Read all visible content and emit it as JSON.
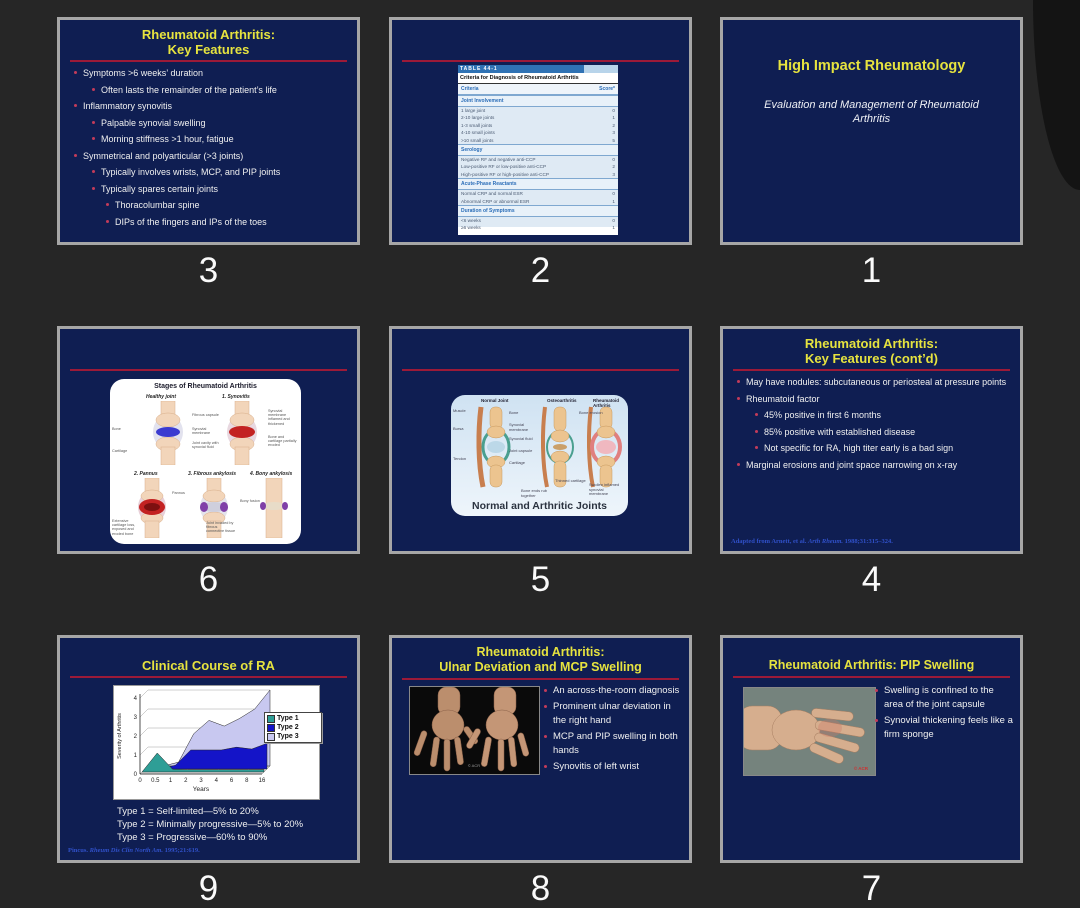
{
  "colors": {
    "page_bg": "#262626",
    "slide_bg": "#0f1e52",
    "slide_border": "#a6a6a6",
    "title_yellow": "#e6e33f",
    "rule_red": "#9c1a38",
    "body_text": "#f0f0f0",
    "citation_blue": "#3050c8"
  },
  "slides": {
    "s1": {
      "number": "1",
      "title": "High Impact Rheumatology",
      "subtitle": "Evaluation and Management of Rheumatoid Arthritis"
    },
    "s2": {
      "number": "2",
      "table": {
        "tag": "TABLE 44-1",
        "title": "Criteria for Diagnosis of Rheumatoid Arthritis",
        "col_criteria": "Criteria",
        "col_score": "Score*",
        "rows": [
          {
            "text": "Joint Involvement",
            "score": "",
            "cls": "sec"
          },
          {
            "text": "1 large joint",
            "score": "0",
            "cls": "row"
          },
          {
            "text": "2-10 large joints",
            "score": "1",
            "cls": "row"
          },
          {
            "text": "1-3 small joints",
            "score": "2",
            "cls": "row"
          },
          {
            "text": "4-10 small joints",
            "score": "3",
            "cls": "row"
          },
          {
            "text": ">10 small joints",
            "score": "5",
            "cls": "row"
          },
          {
            "text": "Serology",
            "score": "",
            "cls": "sec"
          },
          {
            "text": "Negative RF and negative anti-CCP",
            "score": "0",
            "cls": "row"
          },
          {
            "text": "Low-positive RF or low-positive anti-CCP",
            "score": "2",
            "cls": "row"
          },
          {
            "text": "High-positive RF or high-positive anti-CCP",
            "score": "3",
            "cls": "row"
          },
          {
            "text": "Acute-Phase Reactants",
            "score": "",
            "cls": "sec"
          },
          {
            "text": "Normal CRP and normal ESR",
            "score": "0",
            "cls": "row"
          },
          {
            "text": "Abnormal CRP or abnormal ESR",
            "score": "1",
            "cls": "row"
          },
          {
            "text": "Duration of Symptoms",
            "score": "",
            "cls": "sec"
          },
          {
            "text": "<6 weeks",
            "score": "0",
            "cls": "row"
          },
          {
            "text": "≥6 weeks",
            "score": "1",
            "cls": "row"
          }
        ]
      }
    },
    "s3": {
      "number": "3",
      "title_lines": [
        "Rheumatoid Arthritis:",
        "Key Features"
      ],
      "bullets": [
        {
          "l": "l0",
          "t": "Symptoms >6 weeks’ duration"
        },
        {
          "l": "l1",
          "t": "Often lasts the remainder of the patient’s life"
        },
        {
          "l": "l0",
          "t": "Inflammatory synovitis"
        },
        {
          "l": "l1",
          "t": "Palpable synovial swelling"
        },
        {
          "l": "l1",
          "t": "Morning stiffness >1 hour, fatigue"
        },
        {
          "l": "l0",
          "t": "Symmetrical and polyarticular (>3 joints)"
        },
        {
          "l": "l1",
          "t": "Typically involves wrists, MCP, and PIP joints"
        },
        {
          "l": "l1",
          "t": "Typically spares certain joints"
        },
        {
          "l": "l2",
          "t": "Thoracolumbar spine"
        },
        {
          "l": "l2",
          "t": "DIPs of the fingers and IPs of the toes"
        }
      ]
    },
    "s4": {
      "number": "4",
      "title_lines": [
        "Rheumatoid Arthritis:",
        "Key Features (cont’d)"
      ],
      "bullets": [
        {
          "l": "l0",
          "t": "May have nodules: subcutaneous or periosteal at pressure points"
        },
        {
          "l": "l0",
          "t": "Rheumatoid factor"
        },
        {
          "l": "l1",
          "t": "45% positive in first 6 months"
        },
        {
          "l": "l1",
          "t": "85% positive with established disease"
        },
        {
          "l": "l1",
          "t": "Not specific for RA, high titer early is a bad sign"
        },
        {
          "l": "l0",
          "t": "Marginal erosions and joint space narrowing on x-ray"
        }
      ],
      "citation": {
        "pre": "Adapted from Arnett, et al. ",
        "journal": "Arth Rheum.",
        "post": " 1988;31:315–324."
      }
    },
    "s5": {
      "number": "5",
      "image": {
        "headers": [
          "Normal Joint",
          "Osteoarthritis",
          "Rheumatoid Arthritis"
        ],
        "labels_left": [
          "Muscle",
          "Bursa",
          "Tendon"
        ],
        "labels_mid": [
          "Bone",
          "Synovial membrane",
          "Synovial fluid",
          "Joint capsule",
          "Cartilage"
        ],
        "labels_oa": [
          "Thinned cartilage",
          "Bone ends rub together"
        ],
        "labels_ra": [
          "Bone erosion",
          "Swollen inflamed synovial membrane"
        ],
        "caption": "Normal and Arthritic Joints"
      }
    },
    "s6": {
      "number": "6",
      "image": {
        "title": "Stages of Rheumatoid Arthritis",
        "panels": [
          {
            "label": "Healthy joint"
          },
          {
            "label": "1. Synovitis"
          },
          {
            "label": "2. Pannus"
          },
          {
            "label": "3. Fibrous ankylosis"
          },
          {
            "label": "4. Bony ankylosis"
          }
        ],
        "annotations": {
          "healthy_left": "Bone",
          "healthy_left2": "Cartilage",
          "healthy_right": "Fibrous capsule",
          "healthy_right2": "Synovial membrane",
          "healthy_right3": "Joint cavity with synovial fluid",
          "synovitis_right": "Synovial membrane inflamed and thickened",
          "synovitis_right2": "Bone and cartilage partially eroded",
          "pannus_right": "Pannus",
          "pannus_left": "Extensive cartilage loss, exposed and eroded bone",
          "fibrous_note": "Joint invaded by fibrous connective tissue",
          "bony_note": "Bony fusion"
        }
      }
    },
    "s7": {
      "number": "7",
      "title_lines": [
        "Rheumatoid Arthritis: PIP Swelling"
      ],
      "bullets": [
        {
          "l": "l0",
          "t": "Swelling is confined to the area of the joint capsule"
        },
        {
          "l": "l0",
          "t": "Synovial thickening feels like a firm sponge"
        }
      ],
      "photo_credit": "© ACR"
    },
    "s8": {
      "number": "8",
      "title_lines": [
        "Rheumatoid Arthritis:",
        "Ulnar Deviation and MCP Swelling"
      ],
      "bullets": [
        {
          "l": "l0",
          "t": "An across-the-room diagnosis"
        },
        {
          "l": "l0",
          "t": "Prominent ulnar deviation in the right hand"
        },
        {
          "l": "l0",
          "t": "MCP and PIP swelling in both hands"
        },
        {
          "l": "l0",
          "t": "Synovitis of left wrist"
        }
      ],
      "photo_credit": "© ACR"
    },
    "s9": {
      "number": "9",
      "title_lines": [
        "Clinical Course of RA"
      ],
      "type_lines": [
        "Type 1 = Self-limited—5% to 20%",
        "Type 2 = Minimally progressive—5% to 20%",
        "Type 3 = Progressive—60% to 90%"
      ],
      "citation": {
        "pre": "Pincus. ",
        "journal": "Rheum Dis Clin North Am.",
        "post": " 1995;21:619."
      }
    }
  },
  "chart_data": {
    "type": "area",
    "title": "Clinical Course of RA",
    "x_categories": [
      "0",
      "0.5",
      "1",
      "2",
      "3",
      "4",
      "6",
      "8",
      "16"
    ],
    "xlabel": "Years",
    "ylabel": "Severity of Arthritis",
    "ylim": [
      0,
      4
    ],
    "yticks": [
      0,
      1,
      2,
      3,
      4
    ],
    "grid": true,
    "legend_position": "right",
    "series": [
      {
        "name": "Type 1",
        "color": "#2e9e96",
        "values": [
          0,
          1,
          0.15,
          0.12,
          0.12,
          0.12,
          0.12,
          0.12,
          0.12
        ]
      },
      {
        "name": "Type 2",
        "color": "#1414c8",
        "values": [
          0,
          0,
          0.2,
          1,
          1,
          1,
          1.15,
          1.05,
          1.35
        ]
      },
      {
        "name": "Type 3",
        "color": "#c8c8f0",
        "values": [
          0,
          0,
          0.2,
          1.7,
          2.4,
          2.1,
          2.5,
          3,
          4
        ]
      }
    ]
  }
}
